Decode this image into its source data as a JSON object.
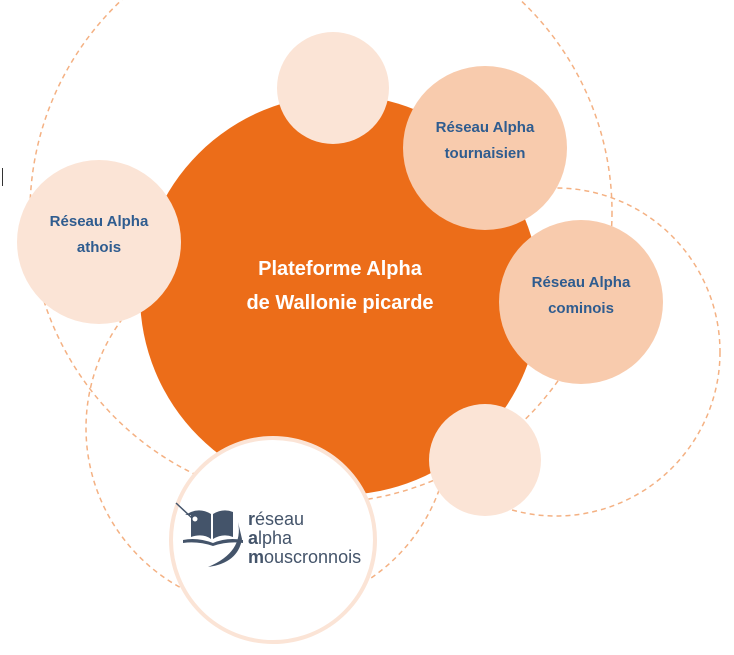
{
  "main": {
    "line1": "Plateforme Alpha",
    "line2": "de Wallonie picarde"
  },
  "nodes": [
    {
      "line1": "Réseau Alpha",
      "line2": "tournaisien"
    },
    {
      "line1": "Réseau Alpha",
      "line2": "athois"
    },
    {
      "line1": "Réseau Alpha",
      "line2": "cominois"
    }
  ],
  "logo": {
    "l1a": "r",
    "l1b": "éseau",
    "l2a": "a",
    "l2b": "lpha",
    "l3a": "m",
    "l3b": "ouscronnois"
  },
  "colors": {
    "main": "#EC6D19",
    "light": "#FBE4D6",
    "medium": "#F8CBAD",
    "text": "#2F5C8F",
    "dash": "#F4B183"
  }
}
